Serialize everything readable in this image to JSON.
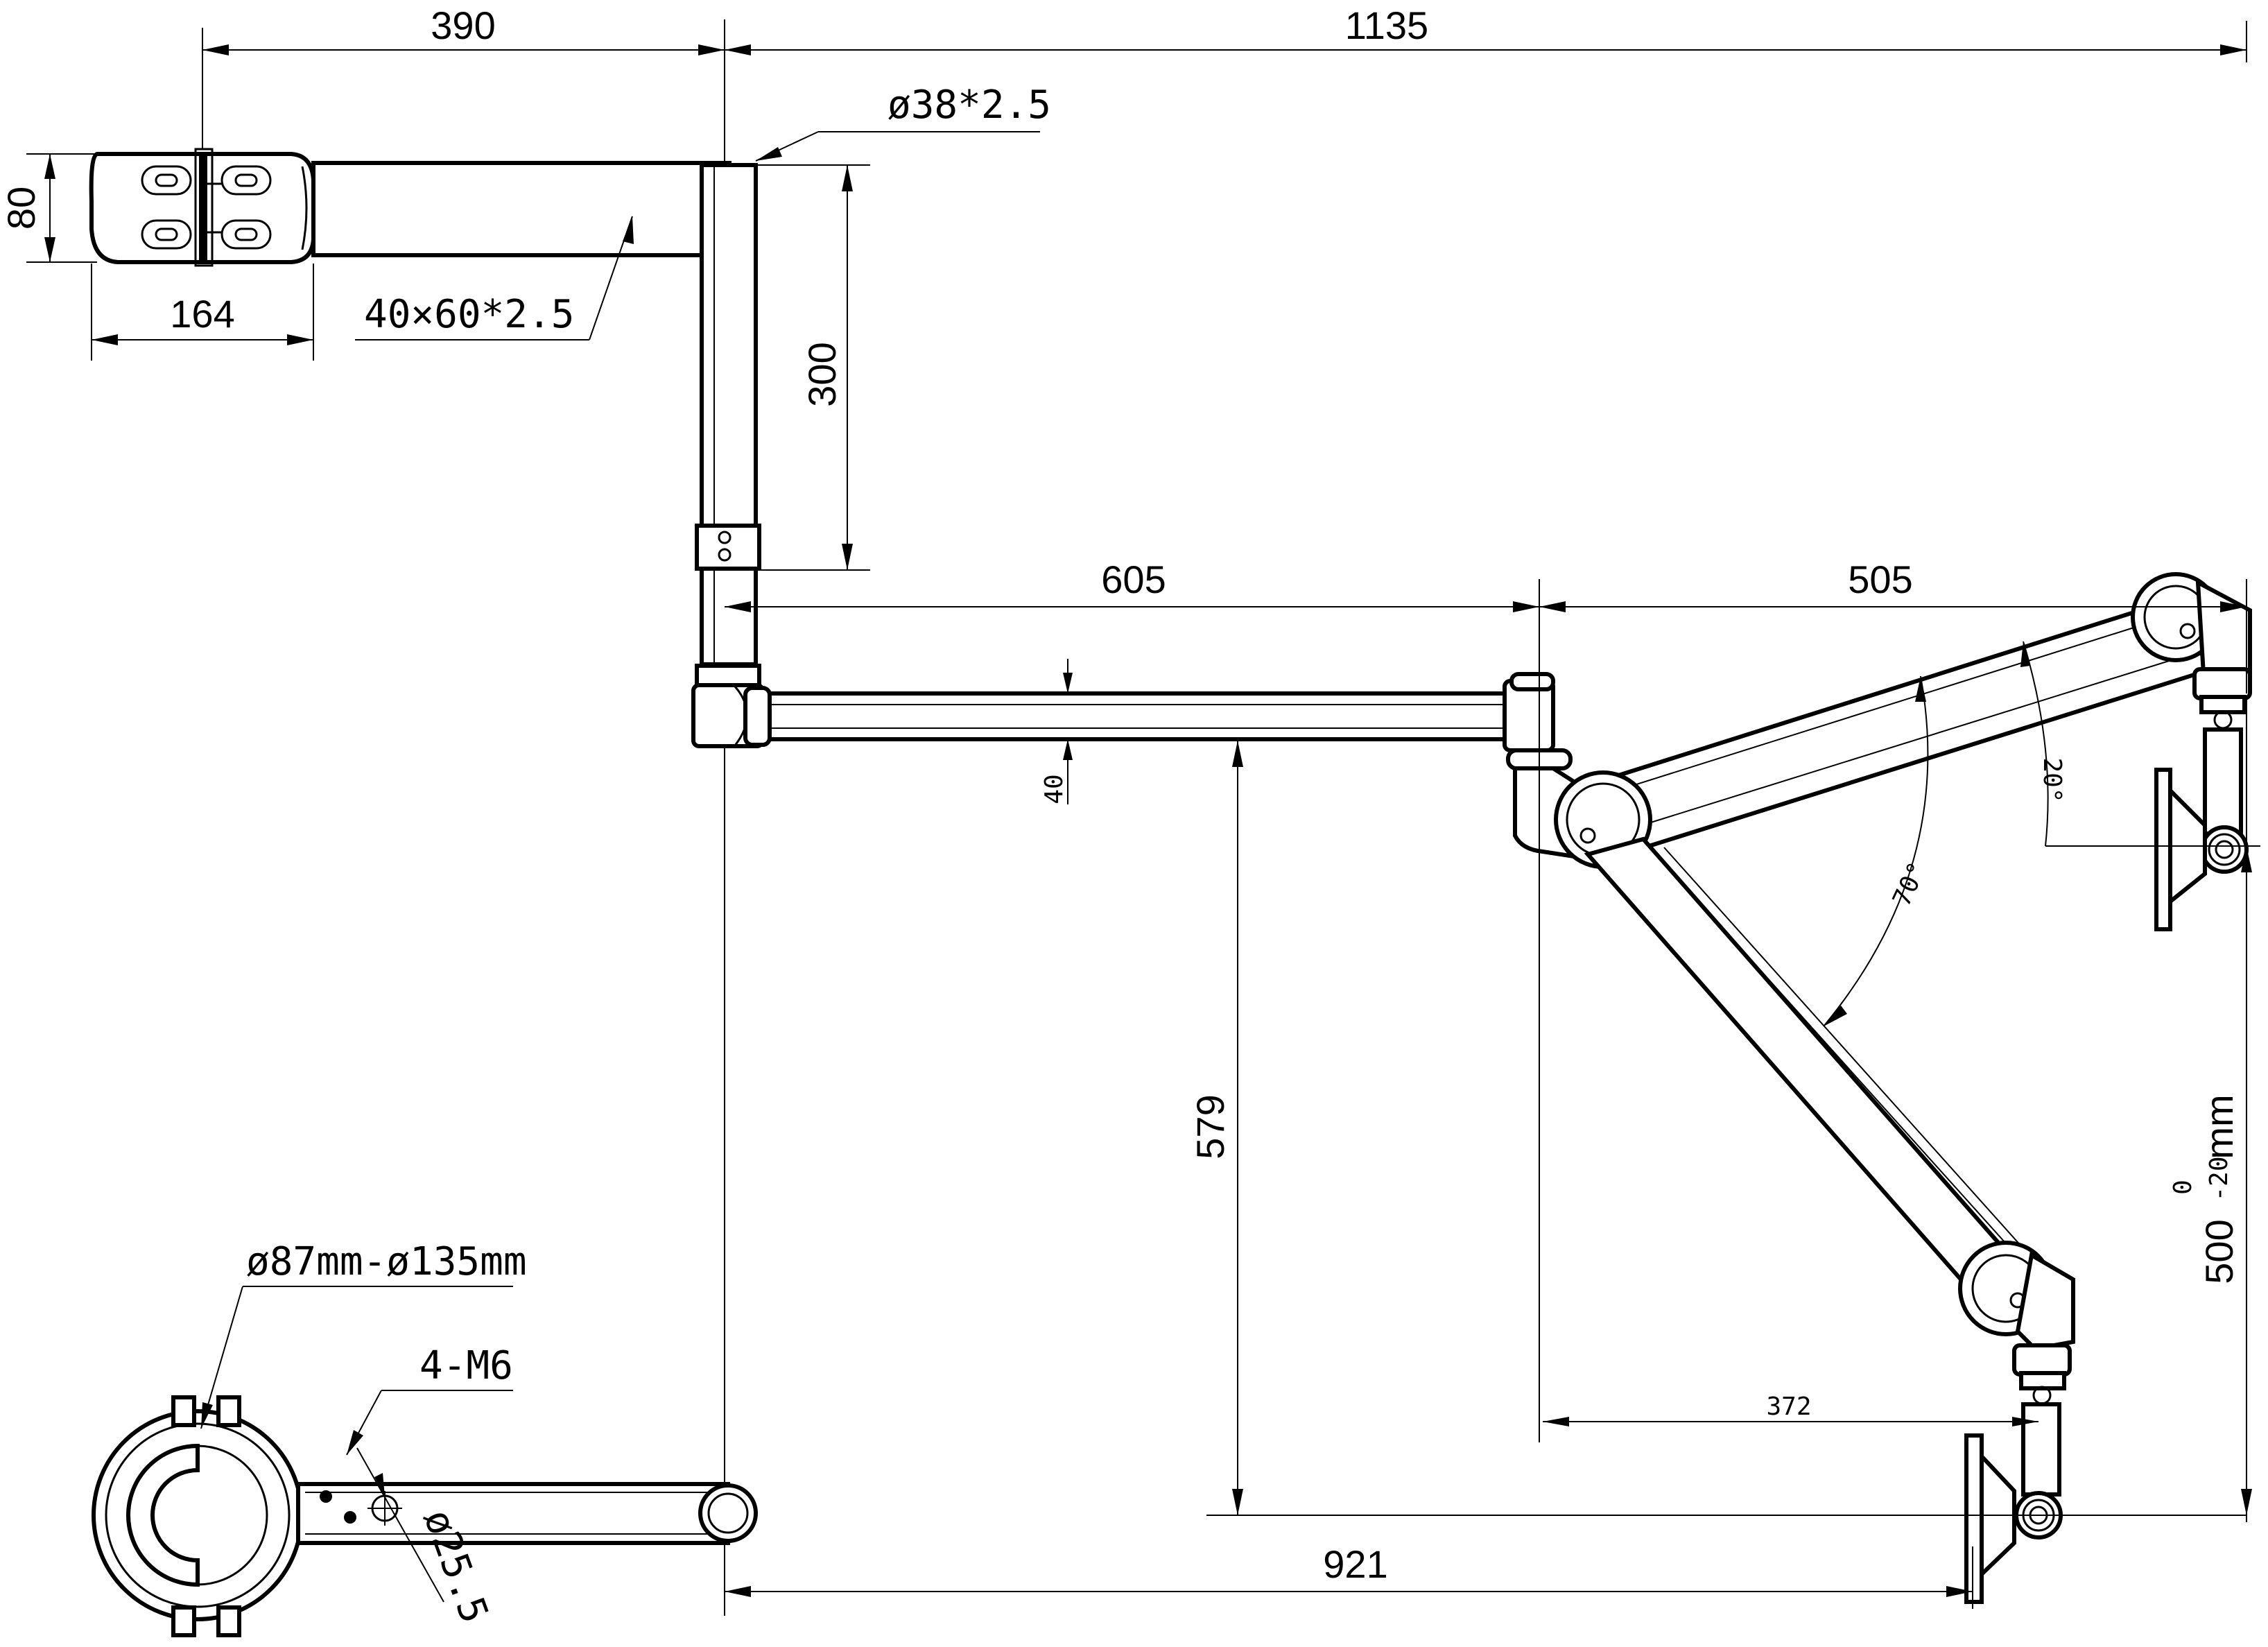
{
  "drawing": {
    "dimensions": {
      "top_left_length": "390",
      "top_total_length": "1135",
      "tube_round": "ø38*2.5",
      "tube_rect": "40×60*2.5",
      "clamp_height": "80",
      "clamp_width": "164",
      "vertical_post": "300",
      "arm_length": "605",
      "arm_thickness": "40",
      "second_arm": "505",
      "angle_20": "20°",
      "angle_70": "70°",
      "drop_height": "579",
      "head_range": "500",
      "head_tolerance_upper": "0",
      "head_tolerance_lower": "-20",
      "head_unit": "mm",
      "lower_reach": "372",
      "bottom_total": "921",
      "clamp_diameter": "ø87mm-ø135mm",
      "screw_spec": "4-M6",
      "hole_diameter": "ø25.5"
    }
  }
}
